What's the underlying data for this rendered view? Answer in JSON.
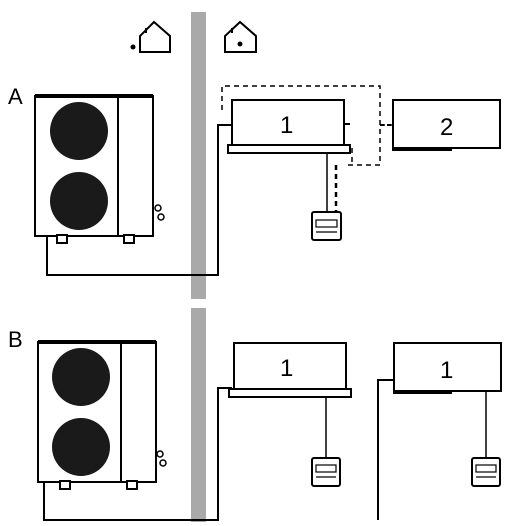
{
  "section_a": {
    "label": "A",
    "indoor_unit_1_number": "1",
    "indoor_unit_2_number": "2"
  },
  "section_b": {
    "label": "B",
    "indoor_unit_left_number": "1",
    "indoor_unit_right_number": "1"
  },
  "icons": {
    "outdoor": "house-outline-outdoor-icon",
    "indoor": "house-outline-indoor-icon"
  },
  "colors": {
    "wall": "#a9a9a9",
    "fan": "#1a1a1a",
    "line": "#000000"
  }
}
